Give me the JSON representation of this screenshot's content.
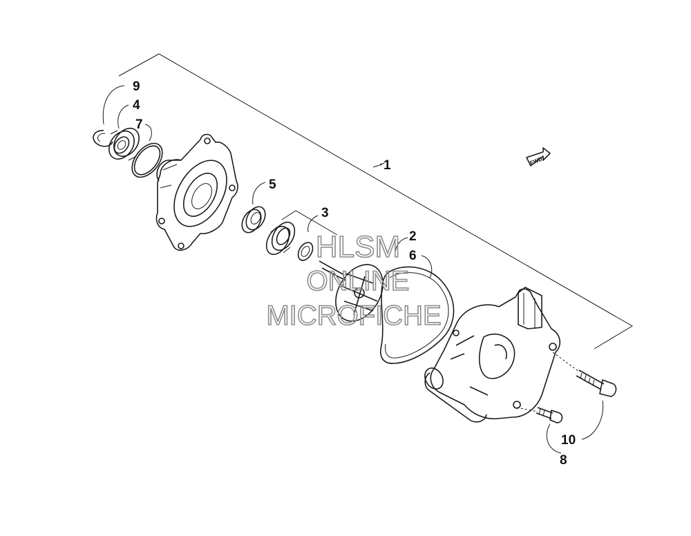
{
  "watermark": {
    "line1": "HLSM",
    "line2": "ONLINE",
    "line3": "MICROFICHE",
    "color": "#8c8c8c"
  },
  "direction_tag": "FWD",
  "callouts": {
    "c1": "1",
    "c2": "2",
    "c3": "3",
    "c4": "4",
    "c5": "5",
    "c6": "6",
    "c7": "7",
    "c8": "8",
    "c9": "9",
    "c10": "10"
  },
  "colors": {
    "line": "#1a1a1a",
    "background": "#ffffff"
  }
}
